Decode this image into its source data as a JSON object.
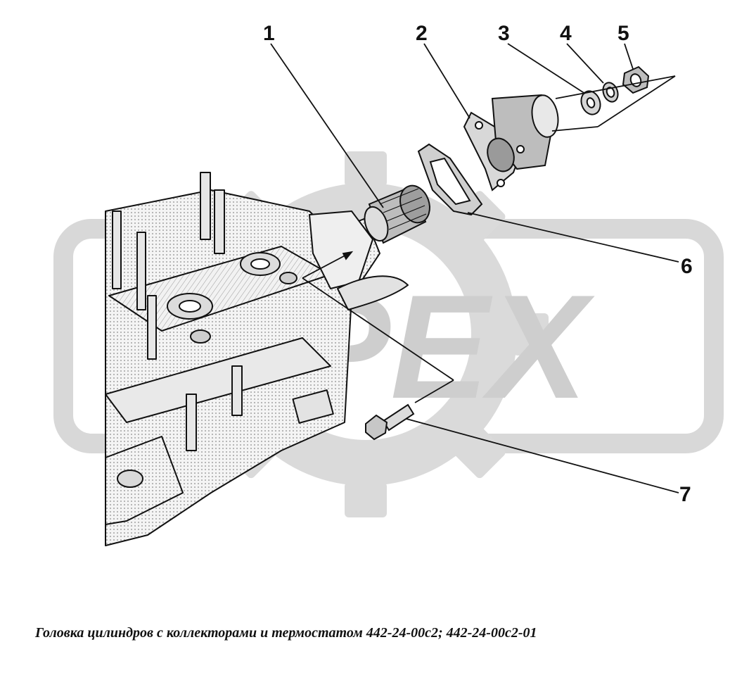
{
  "watermark": {
    "text": "PEX",
    "color": "#c9c9c9"
  },
  "callouts": [
    {
      "id": "1",
      "label": "1"
    },
    {
      "id": "2",
      "label": "2"
    },
    {
      "id": "3",
      "label": "3"
    },
    {
      "id": "4",
      "label": "4"
    },
    {
      "id": "5",
      "label": "5"
    },
    {
      "id": "6",
      "label": "6"
    },
    {
      "id": "7",
      "label": "7"
    }
  ],
  "caption": "Головка цилиндров с коллекторами и термостатом 442-24-00с2; 442-24-00с2-01",
  "colors": {
    "line": "#111111",
    "part_fill": "#e6e6e6",
    "shade": "#bdbdbd"
  }
}
